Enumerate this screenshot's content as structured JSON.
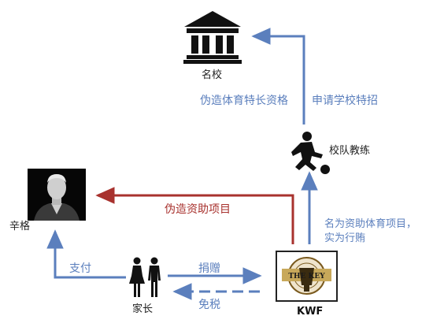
{
  "nodes": {
    "university": {
      "label": "名校",
      "icon": "university-building-icon"
    },
    "coach": {
      "label": "校队教练",
      "icon": "soccer-player-icon"
    },
    "singer": {
      "label": "辛格",
      "icon": "portrait-photo"
    },
    "parents": {
      "label": "家长",
      "icon": "parents-couple-icon"
    },
    "kwf": {
      "label": "KWF",
      "icon": "kwf-logo",
      "logo_text": "THE KEY"
    }
  },
  "edges": {
    "coach_to_university": {
      "label": "申请学校特招",
      "color": "#5b7fbd"
    },
    "fake_athlete_credentials": {
      "label": "伪造体育特长资格",
      "color": "#5b7fbd"
    },
    "kwf_to_coach": {
      "label_line1": "名为资助体育项目，",
      "label_line2": "实为行贿",
      "color": "#5b7fbd"
    },
    "kwf_to_singer": {
      "label": "伪造资助项目",
      "color": "#a8322e"
    },
    "parents_to_singer": {
      "label": "支付",
      "color": "#5b7fbd"
    },
    "parents_to_kwf": {
      "label": "捐赠",
      "color": "#5b7fbd"
    },
    "kwf_to_parents": {
      "label": "免税",
      "color": "#5b7fbd"
    }
  }
}
